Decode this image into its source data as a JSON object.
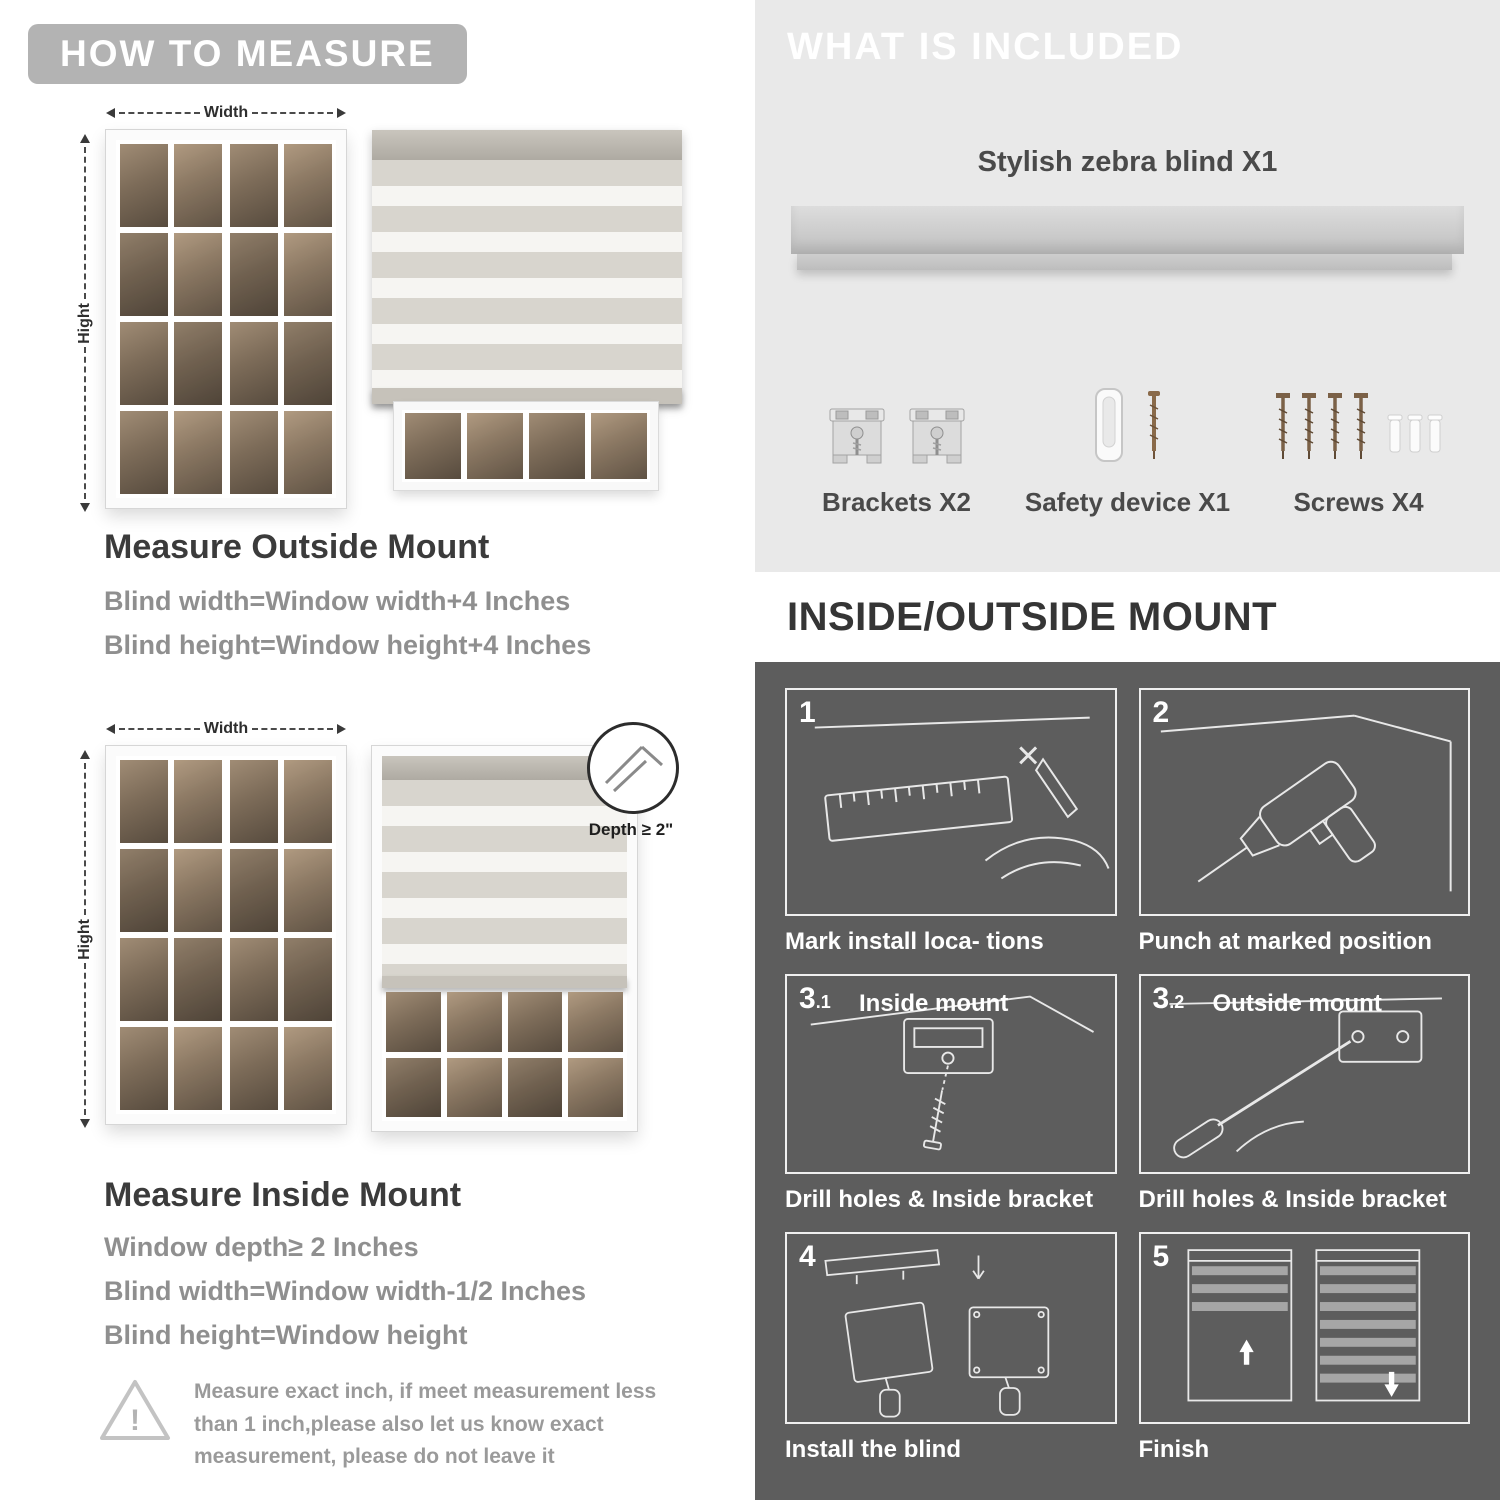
{
  "left": {
    "header": "HOW TO MEASURE",
    "outside": {
      "width_label": "Width",
      "height_label": "Hight",
      "heading": "Measure Outside Mount",
      "line1": "Blind width=Window width+4 Inches",
      "line2": "Blind height=Window height+4 Inches"
    },
    "inside": {
      "width_label": "Width",
      "height_label": "Hight",
      "depth_label": "Depth ≥ 2\"",
      "heading": "Measure Inside Mount",
      "line1": "Window depth≥ 2 Inches",
      "line2": "Blind width=Window width-1/2 Inches",
      "line3": "Blind height=Window height"
    },
    "note": {
      "icon": "warning-triangle-icon",
      "mark": "!",
      "text": "Measure exact inch, if meet measurement less than 1 inch,please also let us know exact measurement, please do not leave it"
    }
  },
  "right": {
    "included": {
      "header": "WHAT IS INCLUDED",
      "title": "Stylish zebra blind X1",
      "items": [
        {
          "icon": "brackets-icon",
          "label": "Brackets X2"
        },
        {
          "icon": "safety-device-icon",
          "label": "Safety device X1"
        },
        {
          "icon": "screws-icon",
          "label": "Screws X4"
        }
      ]
    },
    "mount": {
      "header": "INSIDE/OUTSIDE MOUNT",
      "steps": [
        {
          "num": "1",
          "caption": "Mark install loca- tions"
        },
        {
          "num": "2",
          "caption": "Punch at  marked position"
        },
        {
          "num": "3",
          "num_sub": ".1",
          "label": "Inside mount",
          "caption": "Drill holes &  Inside bracket"
        },
        {
          "num": "3",
          "num_sub": ".2",
          "label": "Outside mount",
          "caption": "Drill holes &  Inside bracket"
        },
        {
          "num": "4",
          "caption": "Install the blind"
        },
        {
          "num": "5",
          "caption": "Finish"
        }
      ]
    }
  },
  "colors": {
    "pill_gray": "#b3b3b3",
    "light_panel": "#e9e9e9",
    "dark_panel": "#5d5d5d",
    "heading_dark": "#3b3b3b",
    "formula_gray": "#8f8f8f"
  }
}
